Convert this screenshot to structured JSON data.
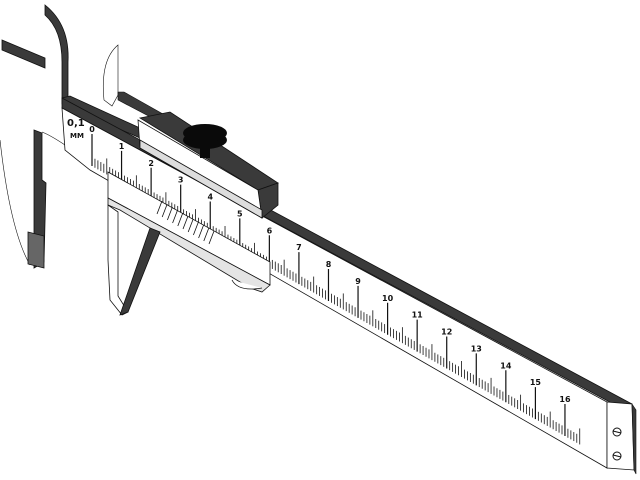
{
  "caliper": {
    "precision_label": "0,1",
    "unit_label": "MM",
    "main_scale_numbers": [
      "0",
      "1",
      "2",
      "3",
      "4",
      "5",
      "6",
      "7",
      "8",
      "9",
      "10",
      "11",
      "12",
      "13",
      "14",
      "15",
      "16"
    ],
    "vernier_divisions": 10,
    "colors": {
      "metal_dark": "#3a3a3a",
      "outline": "#111111",
      "face": "#ffffff",
      "knob": "#0a0a0a"
    }
  }
}
